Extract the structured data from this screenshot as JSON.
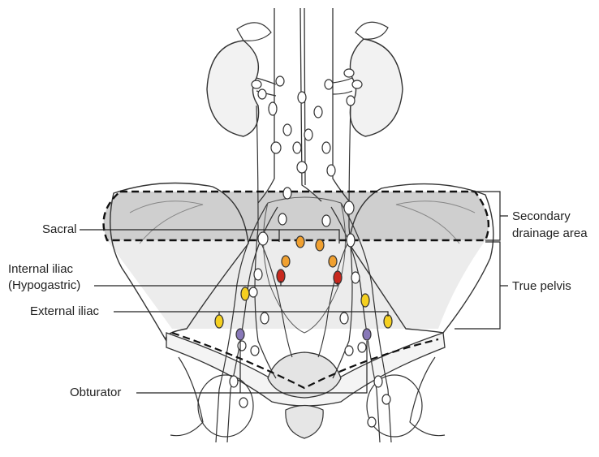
{
  "labels": {
    "sacral": "Sacral",
    "internal_iliac_line1": "Internal iliac",
    "internal_iliac_line2": "(Hypogastric)",
    "external_iliac": "External iliac",
    "obturator": "Obturator",
    "secondary_line1": "Secondary",
    "secondary_line2": "drainage area",
    "true_pelvis": "True pelvis"
  },
  "colors": {
    "sacral_nodes": "#f0a030",
    "internal_iliac_nodes": "#c8281e",
    "external_iliac_nodes": "#f5d020",
    "obturator_nodes": "#8878b8",
    "secondary_area_fill": "#cfcfcf",
    "true_pelvis_fill": "#ececec",
    "outline": "#333333"
  }
}
